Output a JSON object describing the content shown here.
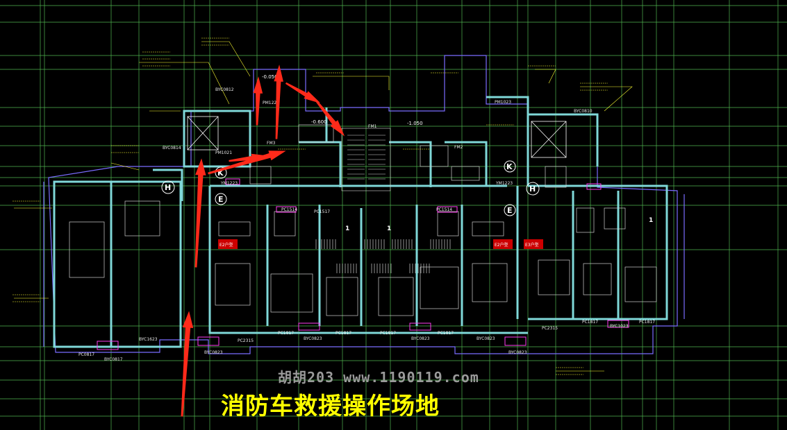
{
  "watermark": "胡胡203 www.1190119.com",
  "caption": "消防车救援操作场地",
  "colors": {
    "background": "#000000",
    "grid": "#5ed65e",
    "wall": "#7fd8d8",
    "outline": "#7a6cff",
    "annotation": "#ffff33",
    "arrow": "#ff2a1a",
    "caption": "#ffff00"
  },
  "labels": {
    "pc0817": "PC0817",
    "byc0817": "BYC0817",
    "byc1623": "BYC1623",
    "pc1517": "PC1517",
    "pc1514": "PC1514",
    "pc1514b": "PC1514",
    "pc2315": "PC2315",
    "byc0823": "BYC0823",
    "byc0823b": "BYC0823",
    "pc1817": "PC1817",
    "pc1817b": "PC1817",
    "pc1817c": "PC1817",
    "pc1817d": "PC1817",
    "byc0823c": "BYC0823",
    "byc0823d": "BYC0823",
    "byc1023": "BYC1023",
    "pc2315b": "PC2315",
    "pc1817e": "PC1817",
    "pc1817f": "PC1817",
    "byc0823e": "BYC0823",
    "ym1223": "YM1223",
    "ym1223b": "YM1223",
    "pm1021": "PM1021",
    "pm1023": "PM1023",
    "pm1225": "PM1225",
    "byc0812": "BYC0812",
    "byc0814": "BYC0814",
    "byc0810": "BYC0810",
    "fm1": "FM1",
    "fm2": "FM2",
    "fm3": "FM3",
    "elev_h": "-0.050",
    "elev_h2": "-0.600",
    "elev_h3": "-1.050"
  },
  "bubbles": {
    "h_left": "H",
    "k_left": "K",
    "e_left": "E",
    "k_right": "K",
    "h_right": "H",
    "e_right": "E"
  },
  "unit_tags": {
    "left": "E2户型",
    "mid": "E2户型",
    "right": "E3户型"
  },
  "digits": {
    "one_a": "1",
    "one_b": "1",
    "one_c": "1"
  }
}
